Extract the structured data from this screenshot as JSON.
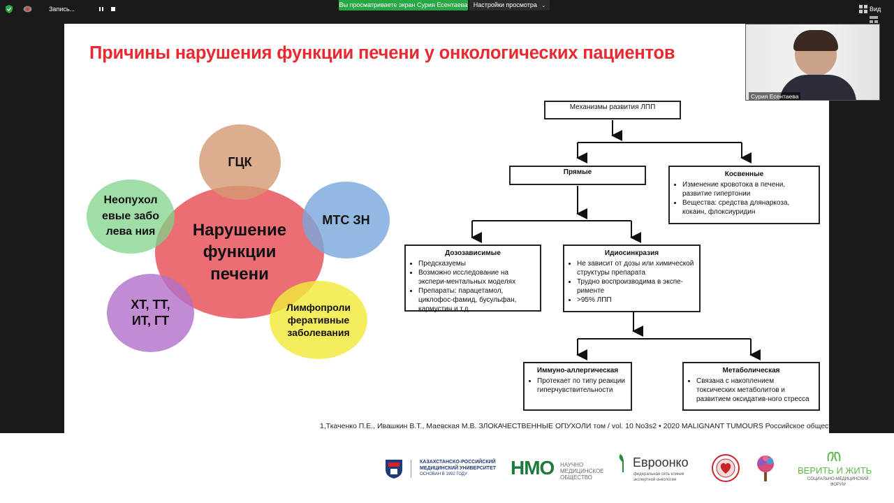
{
  "topbar": {
    "record_label": "Запись...",
    "share_banner": "Вы просматриваете экран Сурия Есентаева",
    "view_settings": "Настройки просмотра",
    "view_label": "Вид"
  },
  "video": {
    "name_label": "Сурия Есентаева"
  },
  "slide": {
    "title": "Причины нарушения функции печени у онкологических пациентов",
    "venn": {
      "center": "Нарушение функции печени",
      "top": "ГЦК",
      "left": "Неопухол евые заболева ния",
      "right": "МТС ЗН",
      "bottom_left": "ХТ, ТТ, ИТ, ГТ",
      "bottom_right": "Лимфопроли феративные заболевания"
    },
    "flowchart": {
      "root": "Механизмы развития ЛПП",
      "direct": "Прямые",
      "indirect": {
        "title": "Косвенные",
        "items": [
          "Изменение кровотока в печени, развитие гипертонии",
          "Вещества: средства длянаркоза, кокаин, флоксиуридин"
        ]
      },
      "dose": {
        "title": "Дозозависимые",
        "items": [
          "Предсказуемы",
          "Возможно исследование на экспери-ментальных моделях",
          "Препараты: парацетамол, циклофос-фамид, бусульфан, кармустин и т.д."
        ]
      },
      "idio": {
        "title": "Идиосинкразия",
        "items": [
          "Не зависит от дозы или химической структуры препарата",
          "Трудно воспроизводима в экспе-рименте",
          ">95% ЛПП"
        ]
      },
      "immuno": {
        "title": "Иммуно-аллергическая",
        "items": [
          "Протекает по типу реакции гиперчувствительности"
        ]
      },
      "metabolic": {
        "title": "Метаболическая",
        "items": [
          "Связана с накоплением токсических метаболитов и развитием оксидатив-ного стресса"
        ]
      }
    },
    "citation": "1,Ткаченко П.Е., Ивашкин В.Т., Маевская М.В. ЗЛОКАЧЕСТВЕННЫЕ ОПУХОЛИ том / vol. 10 No3s2 • 2020 MALIGNANT TUMOURS Российское общество"
  },
  "logos": {
    "kru_line1": "КАЗАХСТАНСКО-РОССИЙСКИЙ",
    "kru_line2": "МЕДИЦИНСКИЙ УНИВЕРСИТЕТ",
    "kru_line3": "ОСНОВАН В 1992 ГОДУ",
    "nmo_mark": "НМО",
    "nmo_text1": "НАУЧНО",
    "nmo_text2": "МЕДИЦИНСКОЕ",
    "nmo_text3": "ОБЩЕСТВО",
    "evro_title": "Евроонко",
    "evro_sub1": "федеральная сеть клиник",
    "evro_sub2": "экспертной онкологии",
    "verit_title": "ВЕРИТЬ И ЖИТЬ",
    "verit_sub1": "СОЦИАЛЬНО-МЕДИЦИНСКИЙ",
    "verit_sub2": "ФОРУМ"
  },
  "colors": {
    "title_red": "#e8292f",
    "share_green": "#27a844",
    "center_circle": "#e8555d",
    "top_circle": "#d49a72",
    "left_circle": "#7fd48a",
    "right_circle": "#78a8dc",
    "bl_circle": "#b26fc9",
    "br_circle": "#f2ea3c"
  }
}
